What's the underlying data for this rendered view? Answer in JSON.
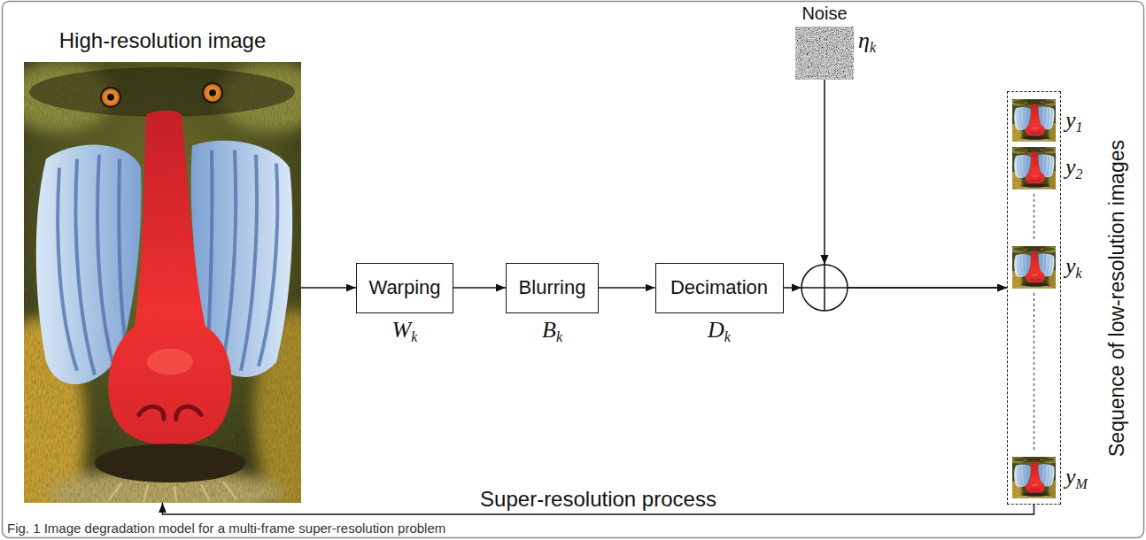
{
  "diagram": {
    "caption": "Fig. 1 Image degradation model for a multi-frame super-resolution problem",
    "nodes": [
      {
        "text": [
          "High-resolution image"
        ]
      },
      {
        "text": [
          "Warping",
          "Wk"
        ]
      },
      {
        "text": [
          "Blurring",
          "Bk"
        ]
      },
      {
        "text": [
          "Decimation",
          "Dk"
        ]
      },
      {
        "text": [
          "Noise",
          "ηk"
        ]
      },
      {
        "text": [
          "Sequence of low-resolution images"
        ]
      }
    ],
    "edges": [
      {
        "from": 0,
        "to": 1,
        "arrow": "to"
      },
      {
        "from": 1,
        "to": 2,
        "arrow": "to"
      },
      {
        "from": 2,
        "to": 3,
        "arrow": "to"
      },
      {
        "from": 3,
        "to": 5,
        "arrow": "to"
      },
      {
        "from": 4,
        "to": 5,
        "arrow": "to"
      },
      {
        "from": 5,
        "to": 0,
        "label": "Super-resolution process",
        "arrow": "to"
      }
    ],
    "labels": [
      "y1",
      "y2",
      "yk",
      "yM"
    ]
  }
}
